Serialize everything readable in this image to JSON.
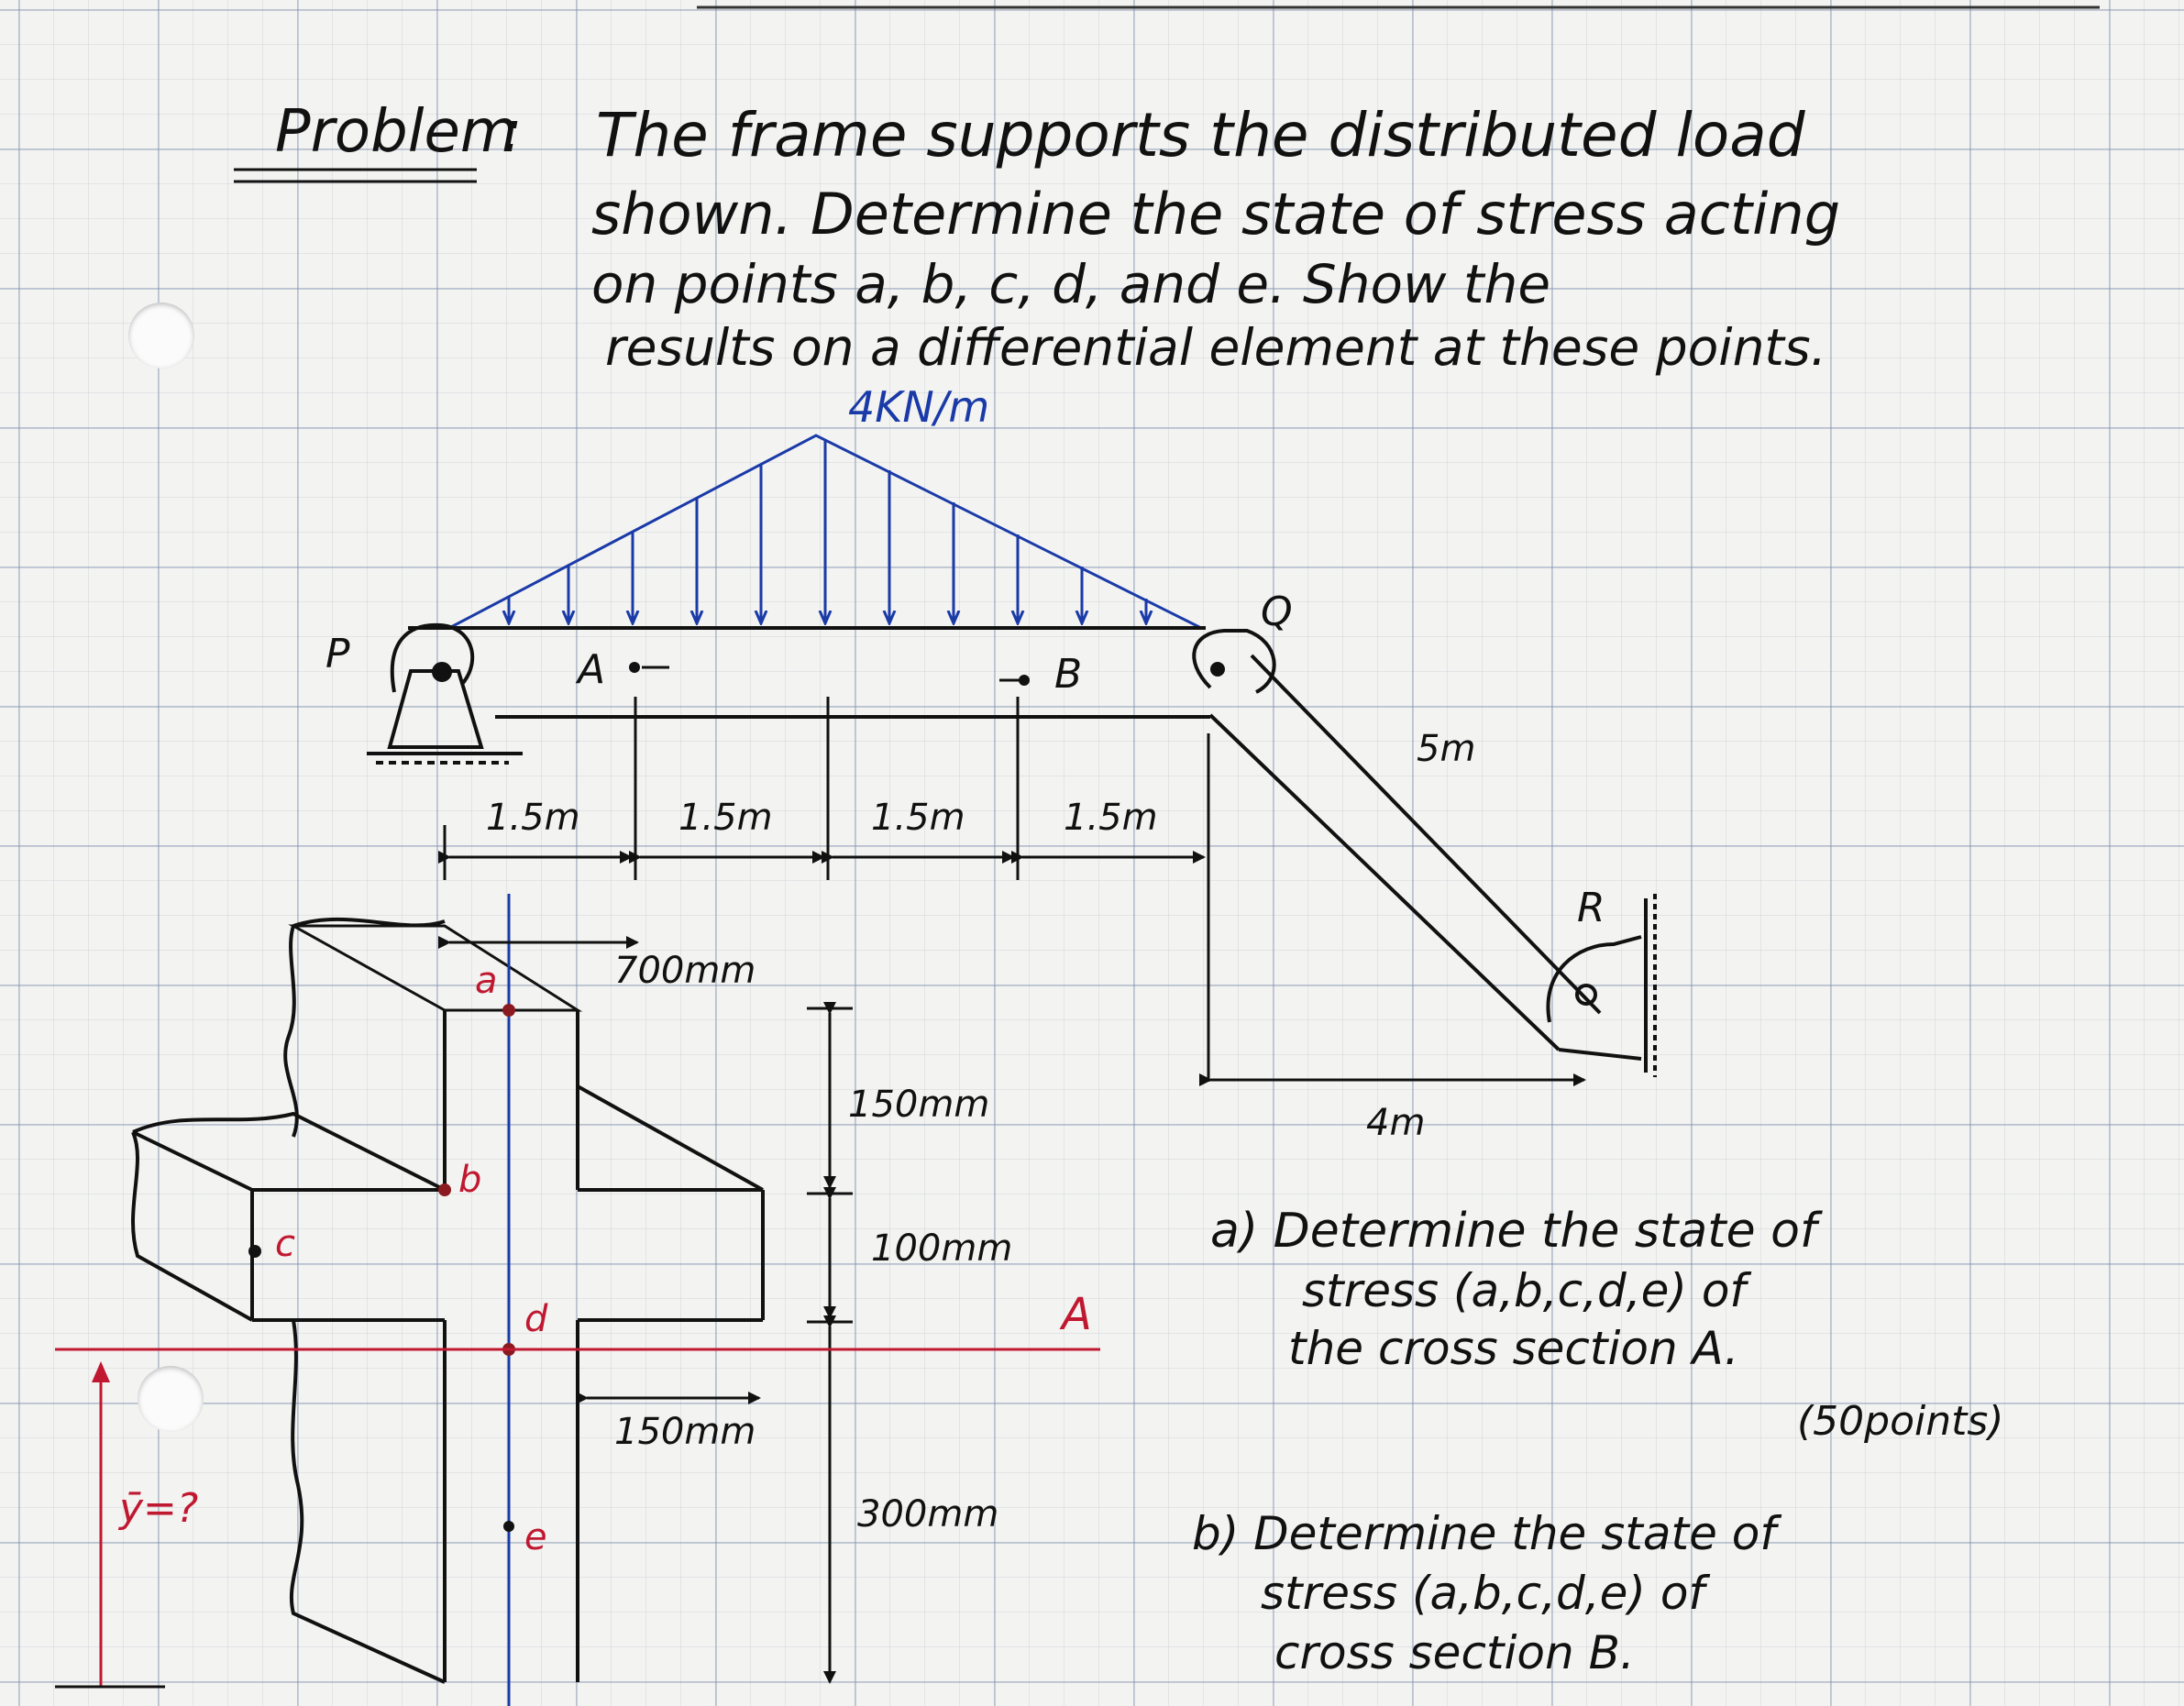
{
  "problem": {
    "label": "Problem",
    "colon": ":",
    "line1": "The frame supports the distributed load",
    "line2": "shown. Determine the state of stress acting",
    "line3": "on points a, b, c, d, and e. Show the",
    "line4": "results on a differential element at these points."
  },
  "load": {
    "intensity": "4KN/m"
  },
  "frame": {
    "support_p": "P",
    "joint_q": "Q",
    "support_r": "R",
    "section_a": "A",
    "section_b": "B",
    "spans": [
      "1.5m",
      "1.5m",
      "1.5m",
      "1.5m"
    ],
    "member_length": "5m",
    "horizontal_distance": "4m"
  },
  "cross_section": {
    "points": [
      "a",
      "b",
      "c",
      "d",
      "e"
    ],
    "flange_width": "700mm",
    "dim_top": "150mm",
    "dim_mid": "100mm",
    "web_width": "150mm",
    "dim_bottom": "300mm",
    "neutral_axis_label": "A",
    "ybar": "ȳ=?"
  },
  "questions": {
    "a_line1": "a) Determine the state of",
    "a_line2": "stress (a,b,c,d,e) of",
    "a_line3": "the cross section A.",
    "points": "(50points)",
    "b_line1": "b) Determine the state of",
    "b_line2": "stress (a,b,c,d,e) of",
    "b_line3": "cross section B."
  },
  "colors": {
    "ink": "#111111",
    "blue_ink": "#1a3aa8",
    "red_ink": "#c01830"
  }
}
